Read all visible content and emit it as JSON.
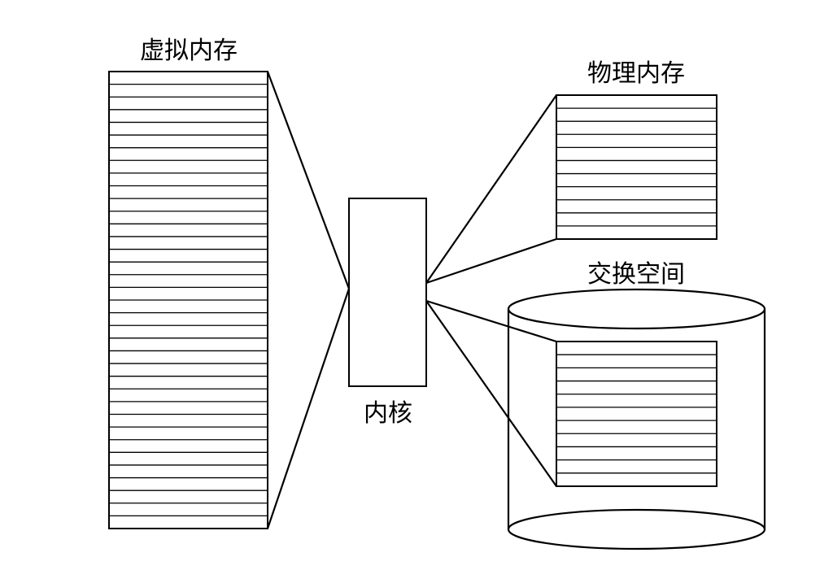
{
  "labels": {
    "virtual_memory": "虚拟内存",
    "kernel": "内核",
    "physical_memory": "物理内存",
    "swap_space": "交换空间"
  },
  "colors": {
    "stroke": "#000000",
    "background": "#ffffff"
  }
}
